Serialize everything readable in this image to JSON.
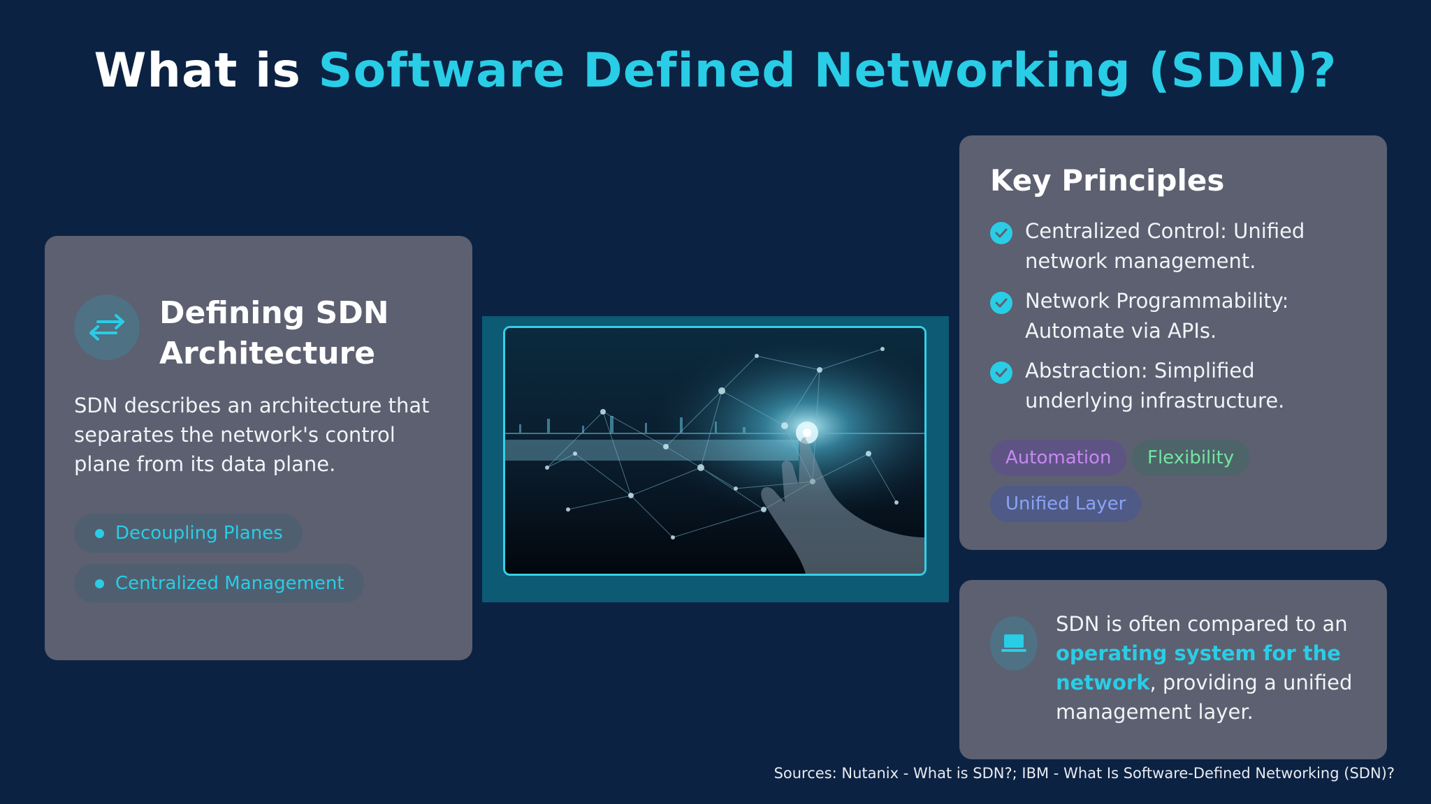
{
  "title": {
    "prefix": "What is ",
    "accent": "Software Defined Networking (SDN)?"
  },
  "left_card": {
    "icon": "arrows-left-right-icon",
    "heading": "Defining SDN Architecture",
    "description": "SDN describes an architecture that separates the network's control plane from its data plane.",
    "pills": [
      "Decoupling Planes",
      "Centralized Management"
    ]
  },
  "center_image": {
    "subject": "network-hand-illustration"
  },
  "principles_card": {
    "title": "Key Principles",
    "items": [
      "Centralized Control: Unified network management.",
      "Network Programmability: Automate via APIs.",
      "Abstraction: Simplified underlying infrastructure."
    ],
    "tags": [
      "Automation",
      "Flexibility",
      "Unified Layer"
    ]
  },
  "os_card": {
    "icon": "laptop-icon",
    "text_before": "SDN is often compared to an ",
    "text_highlight": "operating system for the network",
    "text_after": ", providing a unified management layer."
  },
  "sources": "Sources: Nutanix - What is SDN?; IBM - What Is Software-Defined Networking (SDN)?",
  "colors": {
    "background": "#0c2243",
    "card": "#5c6070",
    "accent": "#29cde6"
  }
}
